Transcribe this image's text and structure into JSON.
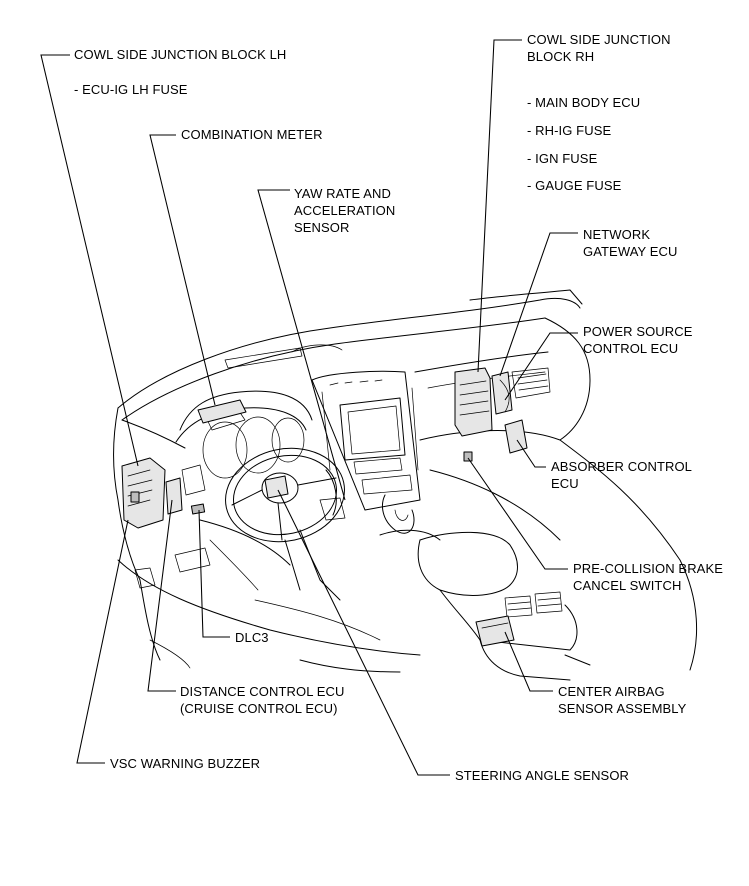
{
  "labels": {
    "cowl_lh_title": "COWL SIDE JUNCTION BLOCK LH",
    "cowl_lh_fuse": "- ECU-IG LH FUSE",
    "combination_meter": "COMBINATION METER",
    "yaw_line1": "YAW RATE AND",
    "yaw_line2": "ACCELERATION",
    "yaw_line3": "SENSOR",
    "cowl_rh_line1": "COWL SIDE JUNCTION",
    "cowl_rh_line2": "BLOCK RH",
    "cowl_rh_item1": "- MAIN BODY ECU",
    "cowl_rh_item2": "- RH-IG FUSE",
    "cowl_rh_item3": "- IGN FUSE",
    "cowl_rh_item4": "- GAUGE FUSE",
    "network_line1": "NETWORK",
    "network_line2": "GATEWAY ECU",
    "power_line1": "POWER SOURCE",
    "power_line2": "CONTROL ECU",
    "absorber_line1": "ABSORBER CONTROL",
    "absorber_line2": "ECU",
    "precollision_line1": "PRE-COLLISION BRAKE",
    "precollision_line2": "CANCEL SWITCH",
    "airbag_line1": "CENTER AIRBAG",
    "airbag_line2": "SENSOR ASSEMBLY",
    "dlc3": "DLC3",
    "distance_line1": "DISTANCE CONTROL ECU",
    "distance_line2": "(CRUISE CONTROL ECU)",
    "vsc_buzzer": "VSC WARNING BUZZER",
    "steering_angle": "STEERING ANGLE SENSOR"
  }
}
